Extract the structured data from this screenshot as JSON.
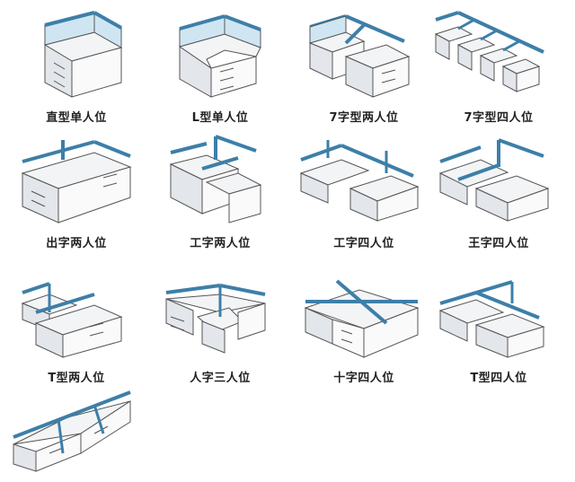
{
  "colors": {
    "panel": "#7db8d8",
    "panel_dark": "#3d7fa8",
    "line": "#555555",
    "top": "#f2f4f6",
    "side": "#e3e6ea"
  },
  "layouts": [
    {
      "label": "直型单人位",
      "icon": "straight-single-icon"
    },
    {
      "label": "L型单人位",
      "icon": "l-shape-single-icon"
    },
    {
      "label": "7字型两人位",
      "icon": "seven-shape-two-icon"
    },
    {
      "label": "7字型四人位",
      "icon": "seven-shape-four-icon"
    },
    {
      "label": "出字两人位",
      "icon": "chu-shape-two-icon"
    },
    {
      "label": "工字两人位",
      "icon": "gong-shape-two-icon"
    },
    {
      "label": "工字四人位",
      "icon": "gong-shape-four-icon"
    },
    {
      "label": "王字四人位",
      "icon": "wang-shape-four-icon"
    },
    {
      "label": "T型两人位",
      "icon": "t-shape-two-icon"
    },
    {
      "label": "人字三人位",
      "icon": "ren-shape-three-icon"
    },
    {
      "label": "十字四人位",
      "icon": "cross-shape-four-icon"
    },
    {
      "label": "T型四人位",
      "icon": "t-shape-four-icon"
    },
    {
      "label": "",
      "icon": "y-shape-six-icon"
    }
  ]
}
